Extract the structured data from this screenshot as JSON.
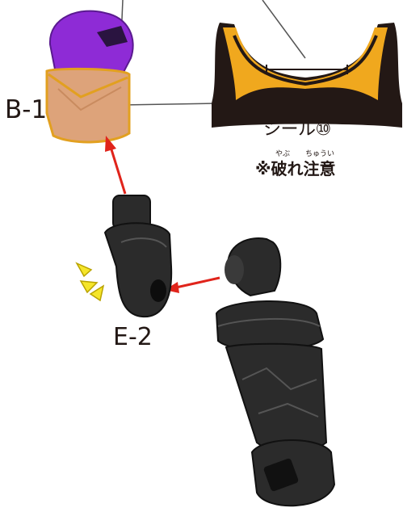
{
  "labels": {
    "part_b": "B-1",
    "part_e": "E-2",
    "seal": "シール⑩",
    "warning": "※破れ注意",
    "ruby_1": "やぶ",
    "ruby_2": "ちゅうい"
  },
  "colors": {
    "accent_purple": "#8e2bd6",
    "accent_orange": "#f0a81e",
    "arrow_red": "#e0241b",
    "part_dark": "#2b2b2b",
    "spark_yellow": "#f5e52a"
  },
  "icons": [
    "helmet-part",
    "seal-closeup",
    "joint-part",
    "arm-part",
    "arrow",
    "click-spark"
  ]
}
